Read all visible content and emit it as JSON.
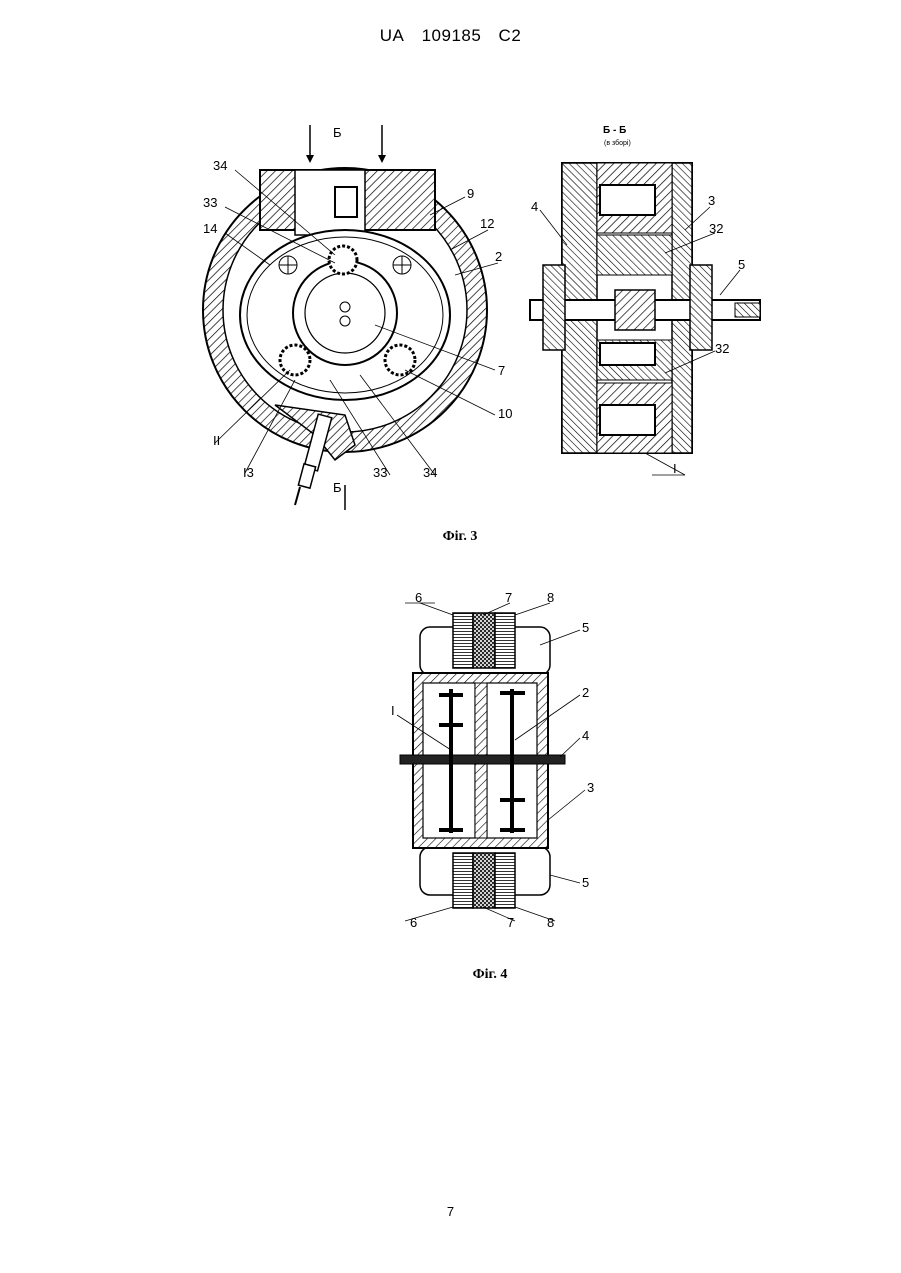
{
  "header": {
    "country": "UA",
    "number": "109185",
    "kind": "C2"
  },
  "figure3": {
    "caption": "Фіг. 3",
    "section_mark": "Б",
    "section_title": "Б - Б",
    "section_subtitle": "(в зборі)",
    "labels": {
      "l34a": "34",
      "l33a": "33",
      "l14": "14",
      "l9": "9",
      "l12": "12",
      "l2": "2",
      "l7": "7",
      "l10": "10",
      "l11": "II",
      "l13": "I3",
      "l33b": "33",
      "l34b": "34",
      "r4": "4",
      "r3": "3",
      "r32a": "32",
      "r5": "5",
      "r32b": "32",
      "r1": "I"
    }
  },
  "figure4": {
    "caption": "Фіг. 4",
    "labels": {
      "t6": "6",
      "t7": "7",
      "t8": "8",
      "t5": "5",
      "l1": "I",
      "l2": "2",
      "l4": "4",
      "l3": "3",
      "b5": "5",
      "b6": "6",
      "b7": "7",
      "b8": "8"
    }
  },
  "page_number": "7"
}
